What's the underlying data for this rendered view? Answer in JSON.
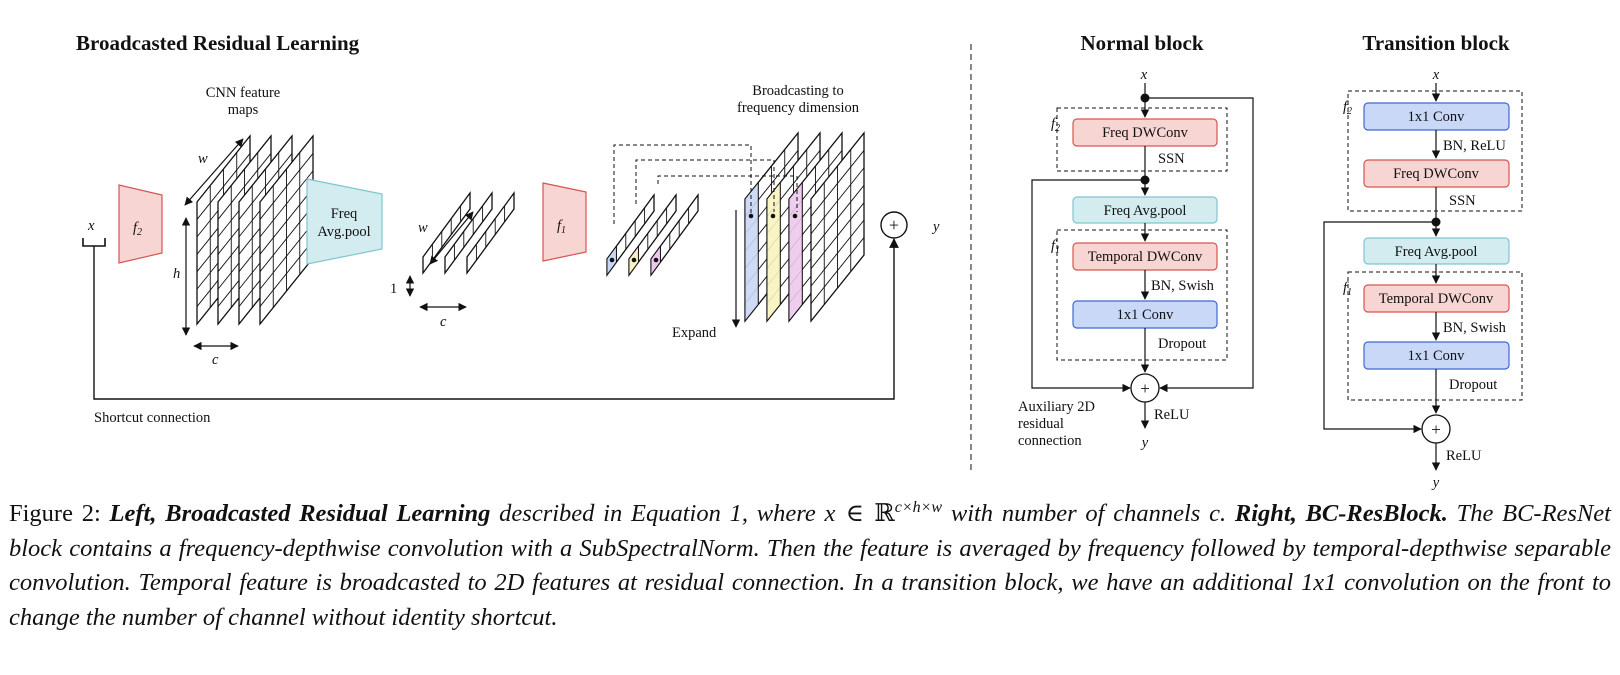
{
  "left": {
    "title": "Broadcasted Residual Learning",
    "cnn_label_1": "CNN feature",
    "cnn_label_2": "maps",
    "broadcast_label_1": "Broadcasting to",
    "broadcast_label_2": "frequency dimension",
    "freq_avgpool_1": "Freq",
    "freq_avgpool_2": "Avg.pool",
    "f2": "f",
    "f2_sub": "2",
    "f1": "f",
    "f1_sub": "1",
    "x": "x",
    "y": "y",
    "w": "w",
    "h": "h",
    "c": "c",
    "one": "1",
    "expand": "Expand",
    "shortcut": "Shortcut connection",
    "plus": "+"
  },
  "normal": {
    "title": "Normal block",
    "x": "x",
    "y": "y",
    "f2": "f",
    "f2_sub": "2",
    "f1": "f",
    "f1_sub": "1",
    "freq_dwconv": "Freq DWConv",
    "ssn": "SSN",
    "freq_avgpool": "Freq Avg.pool",
    "temporal_dwconv": "Temporal DWConv",
    "bn_swish": "BN, Swish",
    "conv1x1": "1x1 Conv",
    "dropout": "Dropout",
    "relu": "ReLU",
    "aux_1": "Auxiliary 2D",
    "aux_2": "residual",
    "aux_3": "connection",
    "plus": "+"
  },
  "transition": {
    "title": "Transition block",
    "x": "x",
    "y": "y",
    "f2": "f",
    "f2_sub": "2",
    "f1": "f",
    "f1_sub": "1",
    "conv1x1_top": "1x1 Conv",
    "bn_relu": "BN, ReLU",
    "freq_dwconv": "Freq DWConv",
    "ssn": "SSN",
    "freq_avgpool": "Freq Avg.pool",
    "temporal_dwconv": "Temporal DWConv",
    "bn_swish": "BN, Swish",
    "conv1x1": "1x1 Conv",
    "dropout": "Dropout",
    "relu": "ReLU",
    "plus": "+"
  },
  "caption": {
    "fig": "Figure 2: ",
    "left_bold": "Left, Broadcasted Residual Learning",
    "t1": " described in Equation 1, where ",
    "x": "x",
    "in": " ∈ ",
    "R": "ℝ",
    "dims": "c×h×w",
    "t2": " with number of channels ",
    "c": "c",
    "t3": ". ",
    "right_bold": "Right, BC-ResBlock.",
    "t4": " The BC-ResNet block contains a frequency-depthwise convolution with a SubSpectralNorm. Then the feature is averaged by frequency followed by temporal-depthwise separable convolution. Temporal feature is broadcasted to 2D features at residual connection. In a transition block, we have an additional 1x1 convolution on the front to change the number of channel without identity shortcut."
  },
  "colors": {
    "red_fill": "#f7d5d3",
    "red_stroke": "#d9534f",
    "teal_fill": "#d2ecef",
    "teal_stroke": "#7fc6cf",
    "blue_fill": "#c9d8f7",
    "blue_stroke": "#3f68d6",
    "slice_blue": "#c9d6f5",
    "slice_yellow": "#f7f3c0",
    "slice_pink": "#ecc8ec"
  }
}
